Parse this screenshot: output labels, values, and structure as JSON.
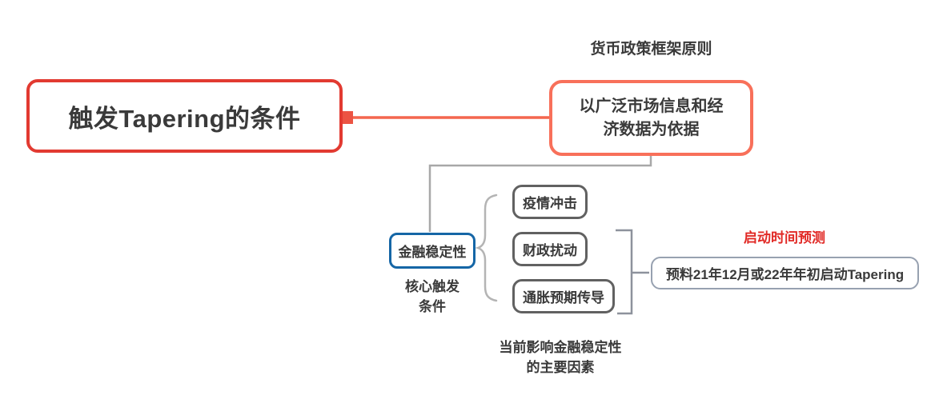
{
  "title": "触发Tapering的条件",
  "colors": {
    "background": "#ffffff",
    "text_dark": "#3a3a3a",
    "root_border": "#e23a31",
    "branch_coral": "#f8705a",
    "connector_red_line": "#f4674e",
    "connector_red_square": "#ec5343",
    "connector_gray": "#a8a8a8",
    "brace_gray": "#b4b4b4",
    "bracket_gray": "#8d929c",
    "stability_border": "#1566a6",
    "factor_border": "#616161",
    "summary_border": "#97a1b0",
    "callout_red": "#e12a26"
  },
  "root": {
    "label": "触发Tapering的条件"
  },
  "principle": {
    "callout": "货币政策框架原则",
    "label": "以广泛市场信息和经\n济数据为依据"
  },
  "stability": {
    "label": "金融稳定性",
    "callout": "核心触发\n条件"
  },
  "factors": {
    "items": [
      {
        "label": "疫情冲击"
      },
      {
        "label": "财政扰动"
      },
      {
        "label": "通胀预期传导"
      }
    ],
    "callout": "当前影响金融稳定性\n的主要因素"
  },
  "summary": {
    "callout": "启动时间预测",
    "label": "预料21年12月或22年年初启动Tapering"
  }
}
